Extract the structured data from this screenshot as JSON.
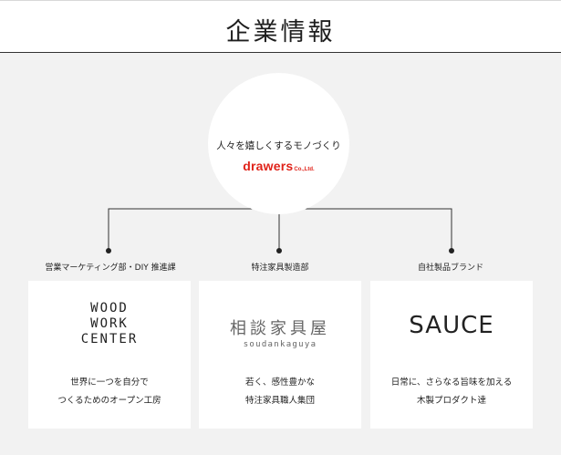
{
  "header": {
    "title": "企業情報"
  },
  "parent": {
    "tagline": "人々を嬉しくするモノづくり",
    "logo_main": "drawers",
    "logo_sub": "Co.,Ltd."
  },
  "departments": [
    {
      "label": "営業マーケティング部・DIY 推進課",
      "brand_lines": [
        "WOOD",
        "WORK",
        "CENTER"
      ],
      "desc_lines": [
        "世界に一つを自分で",
        "つくるためのオープン工房"
      ]
    },
    {
      "label": "特注家具製造部",
      "brand_kanji": "相談家具屋",
      "brand_roman": "soudankaguya",
      "desc_lines": [
        "若く、感性豊かな",
        "特注家具職人集団"
      ]
    },
    {
      "label": "自社製品ブランド",
      "brand_text": "SAUCE",
      "desc_lines": [
        "日常に、さらなる旨味を加える",
        "木製プロダクト達"
      ]
    }
  ],
  "colors": {
    "background": "#f2f2f2",
    "card": "#ffffff",
    "brand_red": "#e0231a",
    "line": "#333333"
  }
}
